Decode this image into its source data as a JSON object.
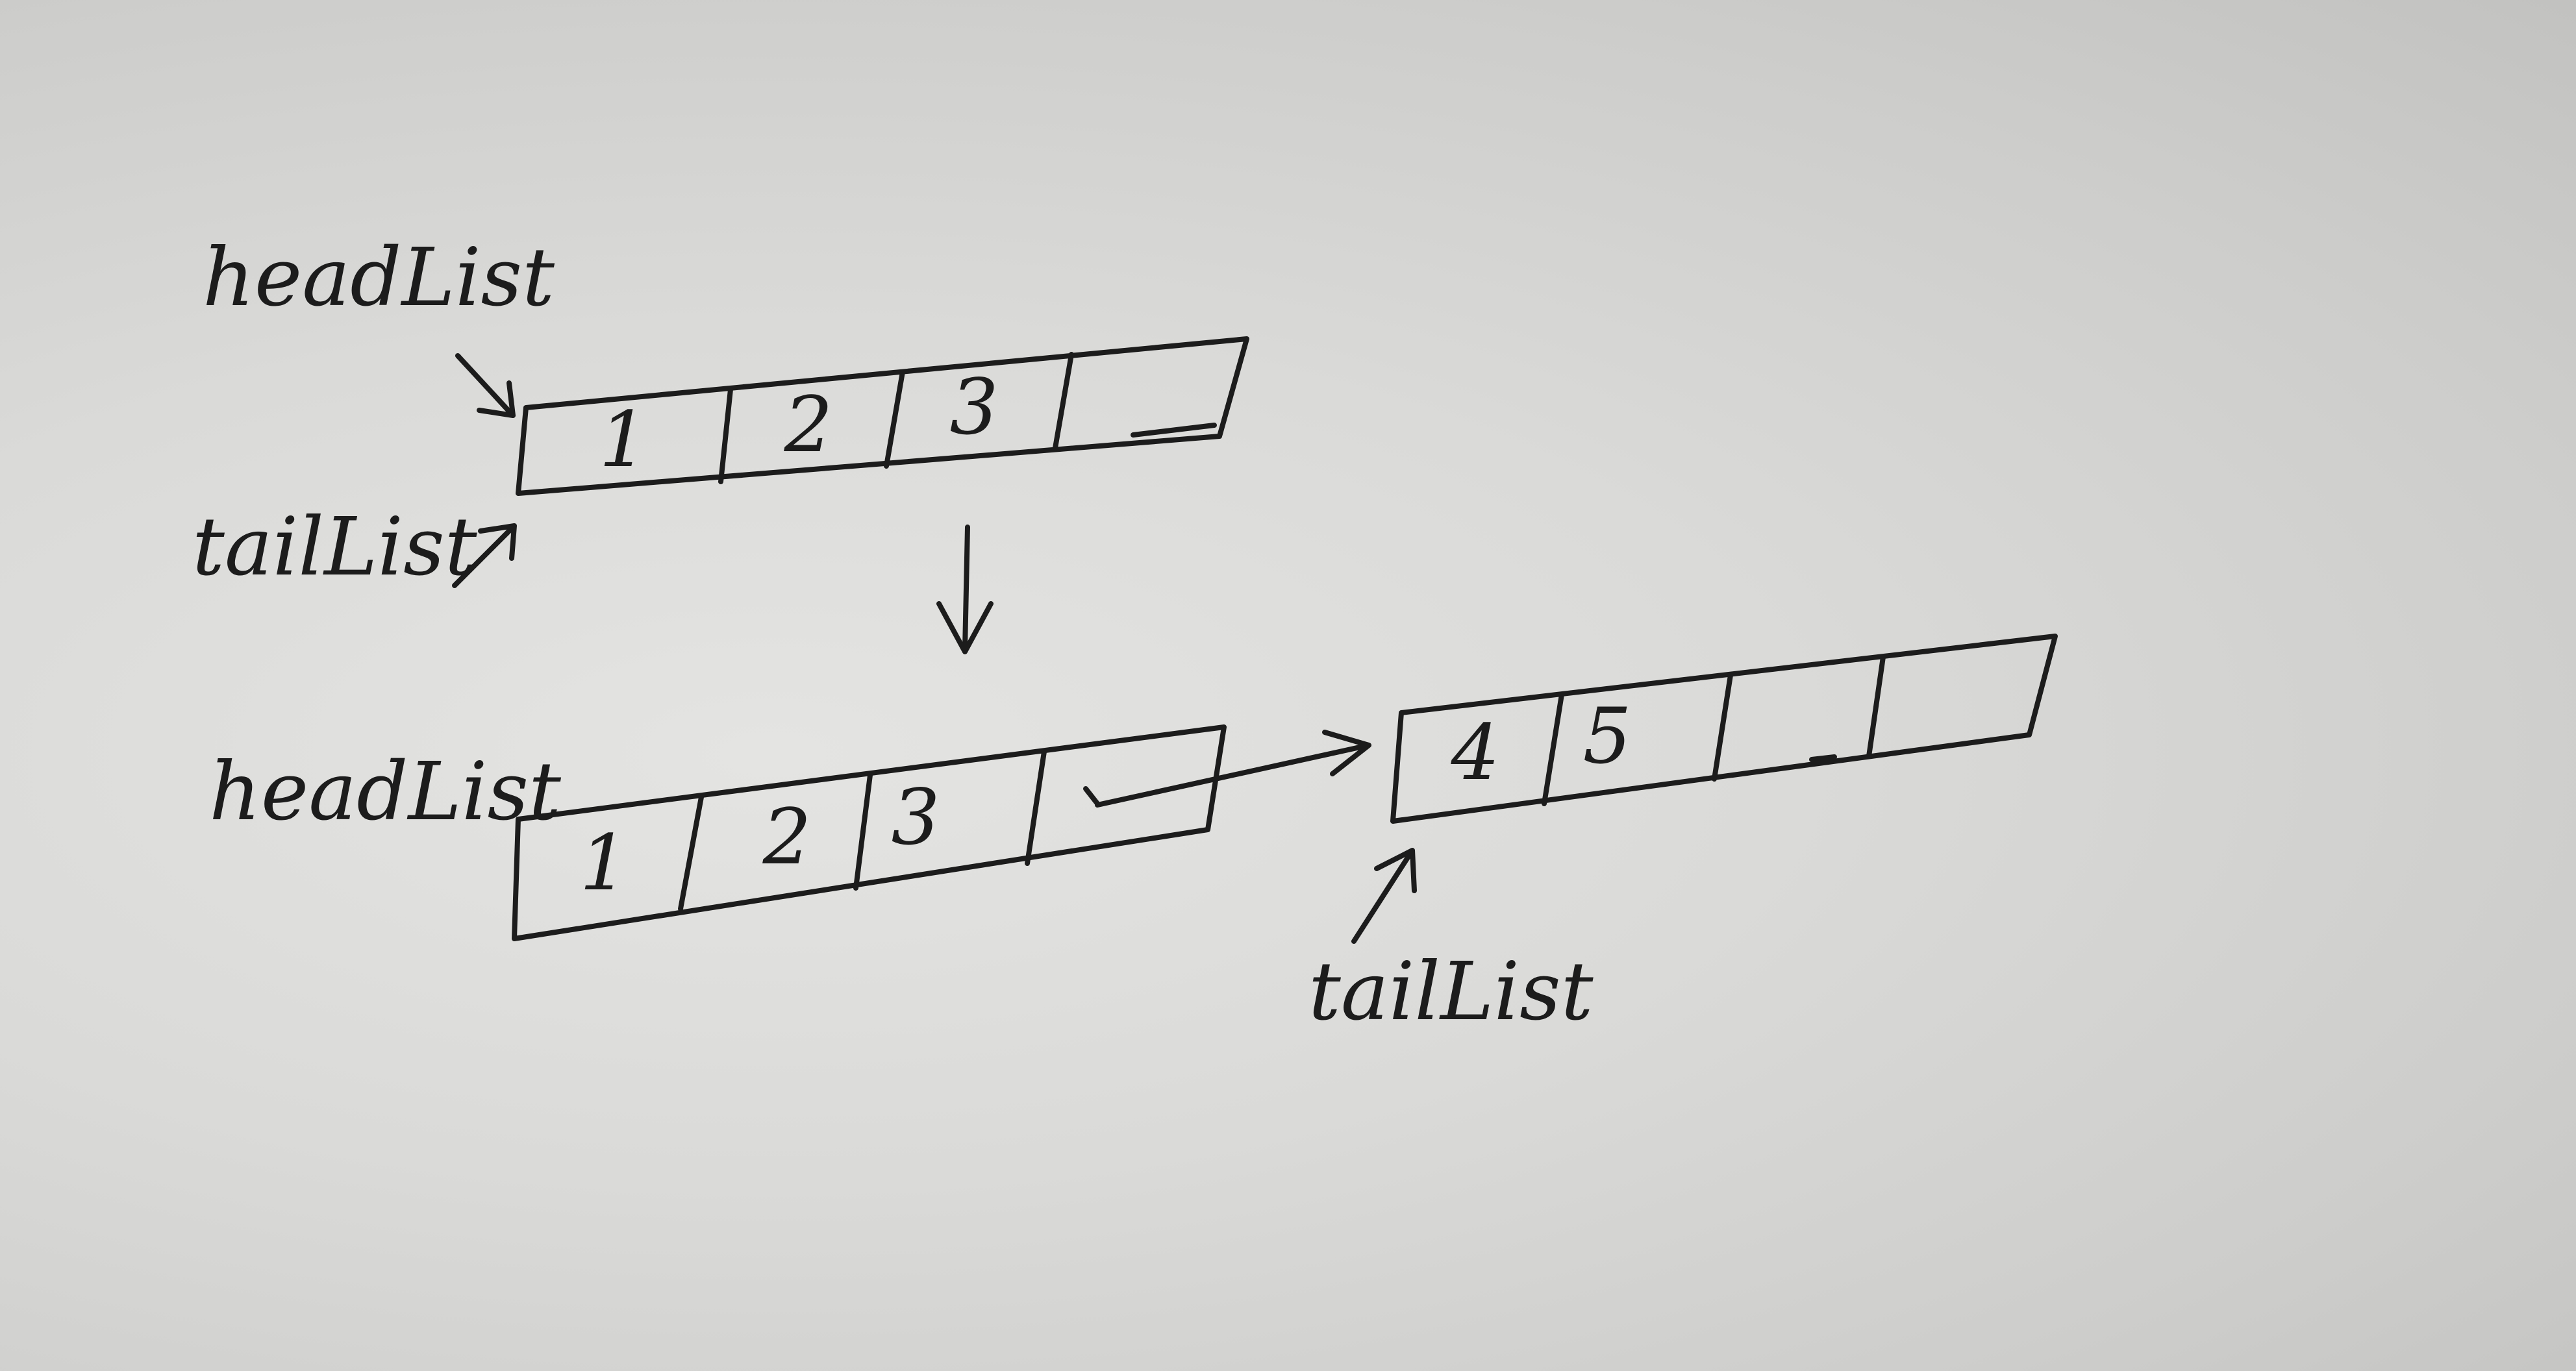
{
  "colors": {
    "ink": "#1c1c1c",
    "paper": "#dadad8"
  },
  "top": {
    "head_label": "headList",
    "tail_label": "tailList",
    "cells": [
      "1",
      "2",
      "3",
      ""
    ]
  },
  "bottom_left": {
    "head_label": "headList",
    "cells": [
      "1",
      "2",
      "3",
      ""
    ]
  },
  "bottom_right": {
    "tail_label": "tailList",
    "cells": [
      "4",
      "5",
      "",
      ""
    ]
  }
}
